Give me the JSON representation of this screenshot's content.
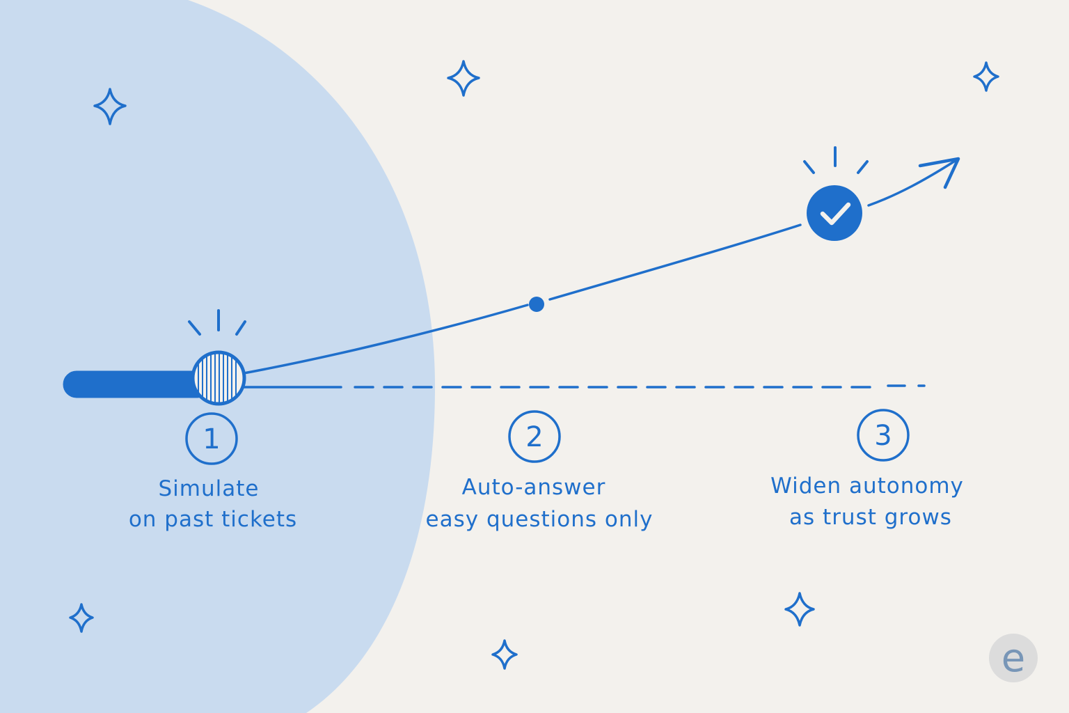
{
  "colors": {
    "background": "#f3f1ed",
    "ink": "#1f6fcb",
    "blob": "#c9dbef",
    "logo_badge": "#dcdcdc",
    "logo_letter": "#7896b7"
  },
  "steps": [
    {
      "number": "1",
      "line1": "Simulate",
      "line2": "on past tickets"
    },
    {
      "number": "2",
      "line1": "Auto-answer",
      "line2": "easy questions only"
    },
    {
      "number": "3",
      "line1": "Widen autonomy",
      "line2": "as trust grows"
    }
  ],
  "logo": {
    "letter": "e"
  },
  "icons": {
    "start": "striped-circle-icon",
    "mid": "dot-icon",
    "done": "check-circle-icon",
    "trend": "arrow-head-icon",
    "decoration": "sparkle-icon"
  }
}
